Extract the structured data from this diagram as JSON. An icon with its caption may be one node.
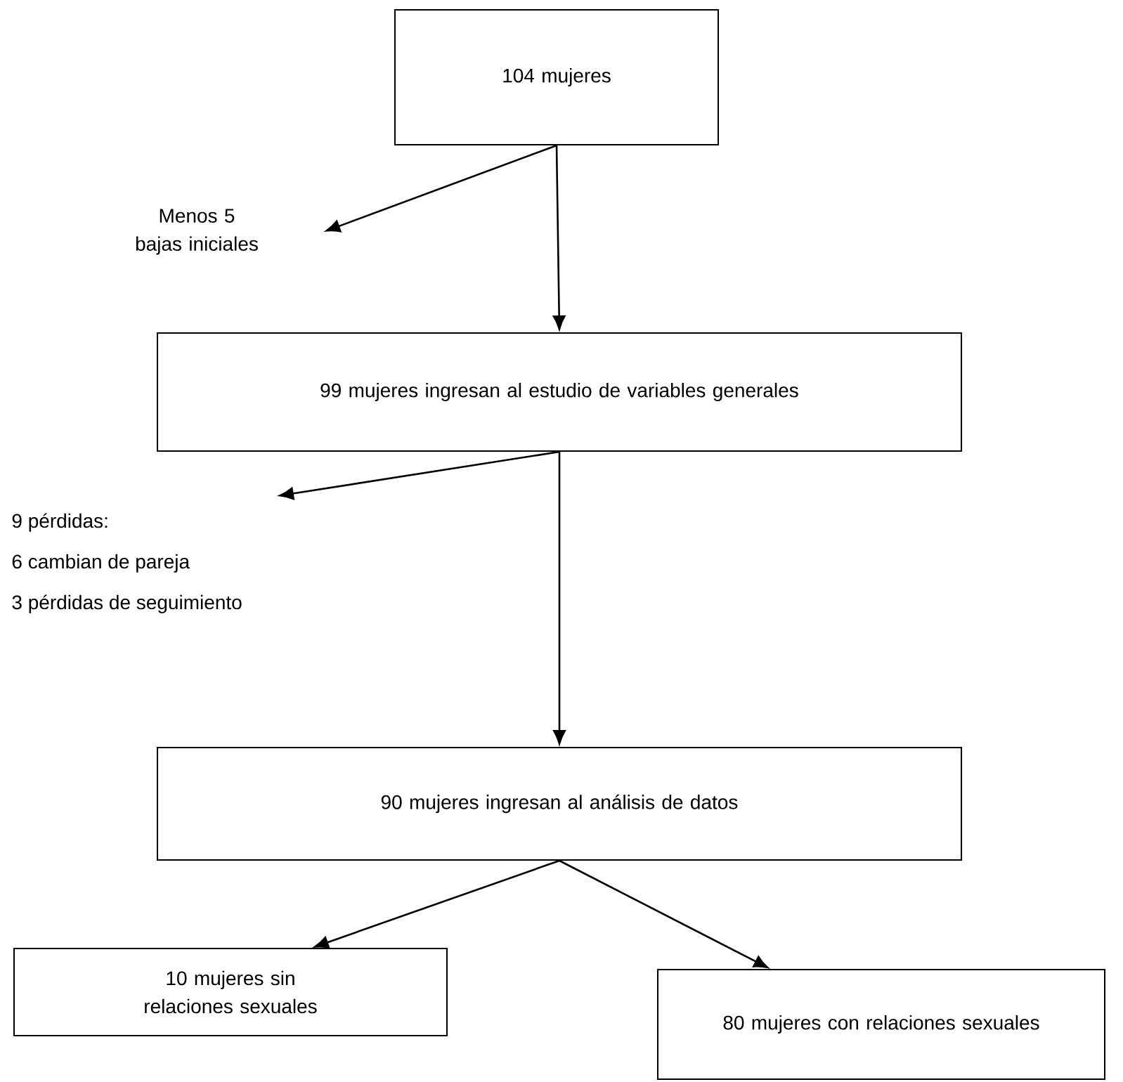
{
  "diagram": {
    "nodes": [
      {
        "text": [
          "104 mujeres"
        ]
      },
      {
        "text": [
          "Menos 5 bajas iniciales"
        ]
      },
      {
        "text": [
          "99 mujeres ingresan al estudio de variables generales"
        ]
      },
      {
        "text": [
          "9 pérdidas:",
          "6 cambian de pareja",
          "3 pérdidas de seguimiento"
        ]
      },
      {
        "text": [
          "90 mujeres ingresan al análisis de datos"
        ]
      },
      {
        "text": [
          "10 mujeres sin relaciones sexuales"
        ]
      },
      {
        "text": [
          "80 mujeres con relaciones sexuales"
        ]
      }
    ],
    "edges": [
      {
        "from": 0,
        "to": 1,
        "arrow": "to"
      },
      {
        "from": 0,
        "to": 2,
        "arrow": "to"
      },
      {
        "from": 2,
        "to": 3,
        "arrow": "to"
      },
      {
        "from": 2,
        "to": 4,
        "arrow": "to"
      },
      {
        "from": 4,
        "to": 5,
        "arrow": "to"
      },
      {
        "from": 4,
        "to": 6,
        "arrow": "to"
      }
    ]
  }
}
